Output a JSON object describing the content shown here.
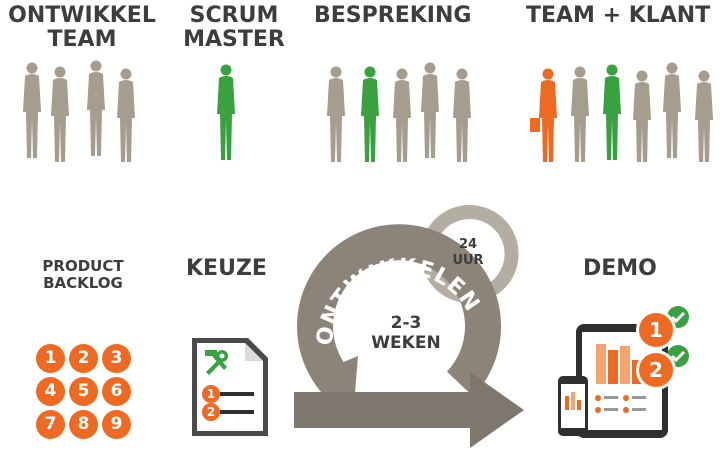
{
  "top": {
    "team_label": "ONTWIKKEL\nTEAM",
    "scrum_label": "SCRUM\nMASTER",
    "meeting_label": "BESPREKING",
    "team_client_label": "TEAM + KLANT"
  },
  "bottom": {
    "backlog_label": "PRODUCT\nBACKLOG",
    "choice_label": "KEUZE",
    "develop_label": "ONTWIKKELEN",
    "weeks_label": "2-3\nWEKEN",
    "daily_label": "24\nUUR",
    "demo_label": "DEMO",
    "backlog_numbers": [
      "1",
      "2",
      "3",
      "4",
      "5",
      "6",
      "7",
      "8",
      "9"
    ],
    "choice_numbers": [
      "1",
      "2"
    ],
    "demo_numbers": [
      "1",
      "2"
    ]
  },
  "colors": {
    "gray_figure": "#a59d8e",
    "green_figure": "#3aa141",
    "orange": "#ee6a22",
    "arrow_gray": "#8c8478",
    "heading": "#3d3d3d"
  }
}
